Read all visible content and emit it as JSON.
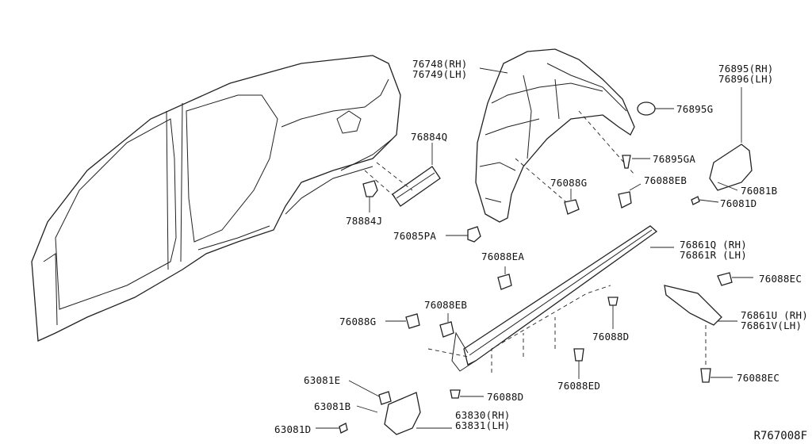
{
  "labels": {
    "l76748": [
      "76748(RH)",
      "76749(LH)"
    ],
    "l76895": [
      "76895(RH)",
      "76896(LH)"
    ],
    "l76895g": "76895G",
    "l76895ga": "76895GA",
    "l76884q": "76884Q",
    "l78884j": "78884J",
    "l76088g_a": "76088G",
    "l76088eb_a": "76088EB",
    "l76081b": "76081B",
    "l76081d": "76081D",
    "l76085pa": "76085PA",
    "l76861q": [
      "76861Q (RH)",
      "76861R (LH)"
    ],
    "l76088ea": "76088EA",
    "l76088ec_a": "76088EC",
    "l76088eb_b": "76088EB",
    "l76088g_b": "76088G",
    "l76861u": [
      "76861U (RH)",
      "76861V(LH)"
    ],
    "l76088d_a": "76088D",
    "l76088ed": "76088ED",
    "l76088ec_b": "76088EC",
    "l63081e": "63081E",
    "l76088d_b": "76088D",
    "l63081b": "63081B",
    "l63830": [
      "63830(RH)",
      "63831(LH)"
    ],
    "l63081d": "63081D"
  },
  "diagram_code": "R767008F"
}
